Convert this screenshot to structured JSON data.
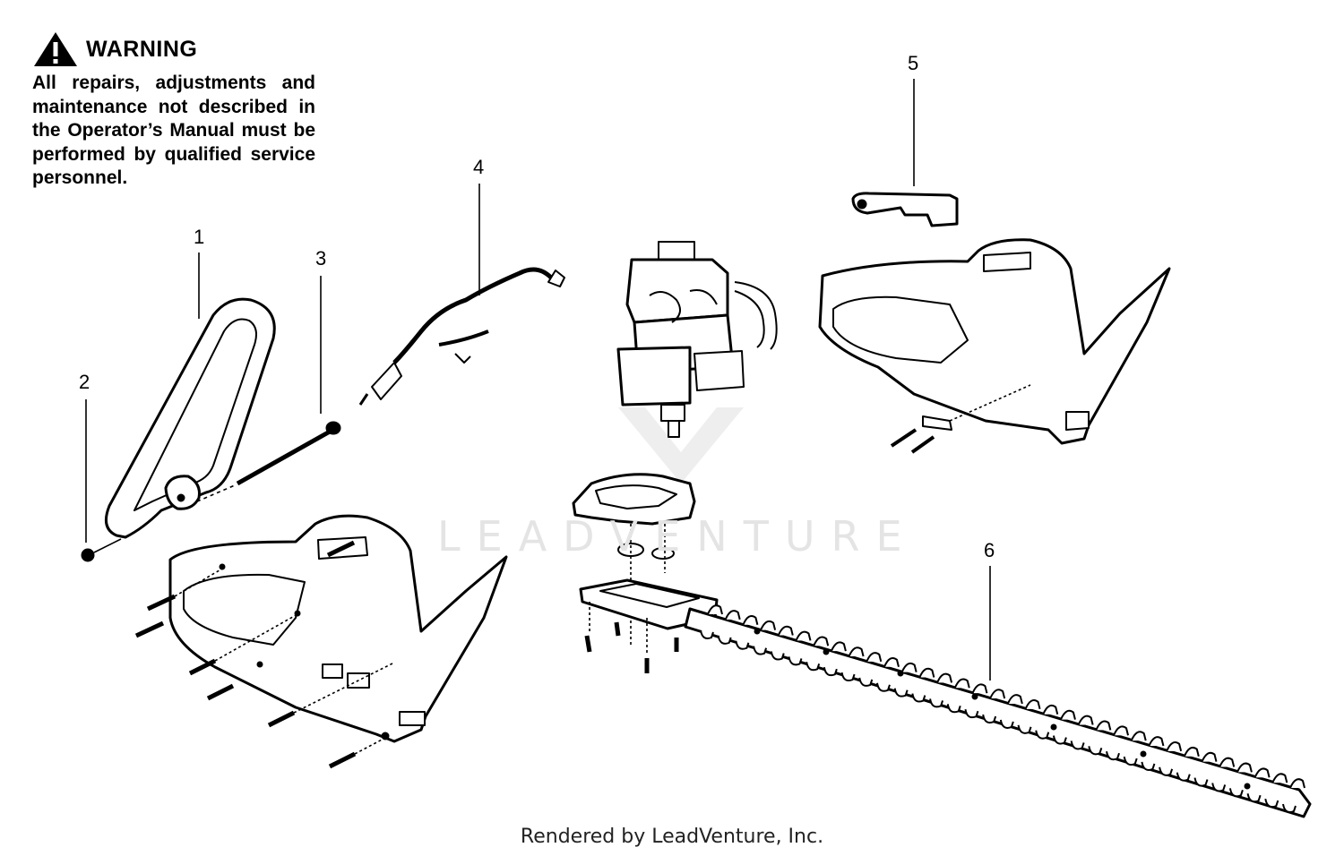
{
  "warning": {
    "title": "WARNING",
    "text": "All repairs, adjustments and maintenance not described in the Operator’s Manual must be performed by qualified service personnel."
  },
  "callouts": [
    "1",
    "2",
    "3",
    "4",
    "5",
    "6"
  ],
  "watermark": "LEADVENTURE",
  "footer": "Rendered by LeadVenture, Inc."
}
